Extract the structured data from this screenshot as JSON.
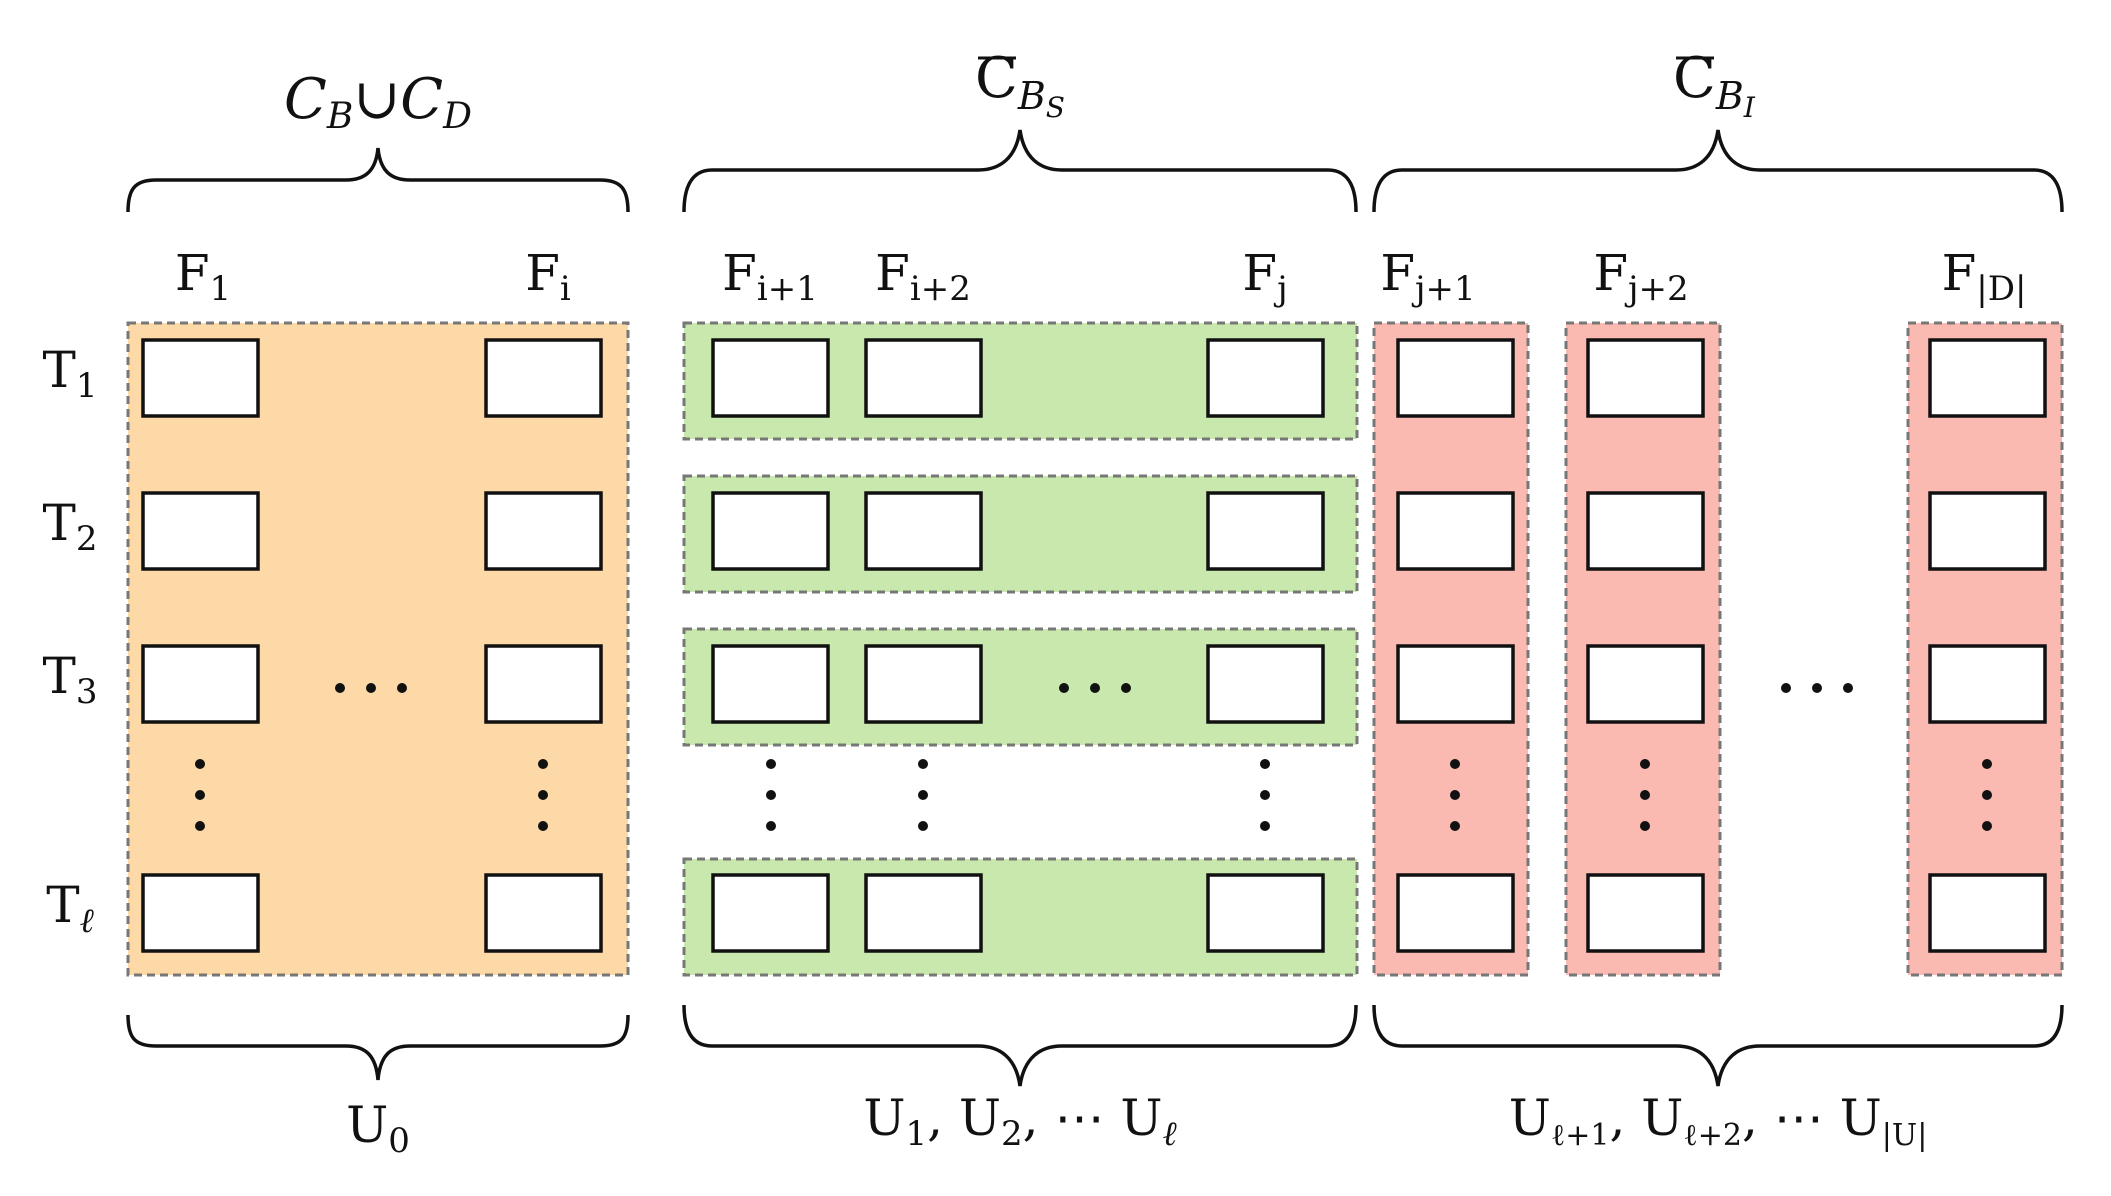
{
  "colors": {
    "group1_fill": "#fcd9a6",
    "group2_fill": "#c8e8ae",
    "group3_fill": "#fbbab1",
    "border_dashed": "#777777",
    "cell_fill": "#ffffff",
    "cell_stroke": "#111111"
  },
  "top_labels": {
    "group1": {
      "a": "C",
      "a_sub": "B",
      "op": "∪",
      "b": "C",
      "b_sub": "D"
    },
    "group2": {
      "main": "C",
      "sub": "B",
      "subsub": "S"
    },
    "group3": {
      "main": "C",
      "sub": "B",
      "subsub": "I"
    }
  },
  "columns": {
    "f1": {
      "main": "F",
      "sub": "1"
    },
    "fi": {
      "main": "F",
      "sub": "i"
    },
    "fi1": {
      "main": "F",
      "sub": "i+1"
    },
    "fi2": {
      "main": "F",
      "sub": "i+2"
    },
    "fj": {
      "main": "F",
      "sub": "j"
    },
    "fj1": {
      "main": "F",
      "sub": "j+1"
    },
    "fj2": {
      "main": "F",
      "sub": "j+2"
    },
    "fd": {
      "main": "F",
      "sub": "|D|"
    }
  },
  "rows": {
    "t1": {
      "main": "T",
      "sub": "1"
    },
    "t2": {
      "main": "T",
      "sub": "2"
    },
    "t3": {
      "main": "T",
      "sub": "3"
    },
    "tl": {
      "main": "T",
      "sub": "ℓ"
    }
  },
  "bottom_labels": {
    "u0": {
      "main": "U",
      "sub": "0"
    },
    "group2": {
      "u1": "U",
      "u1_sub": "1",
      "sep1": ", ",
      "u2": "U",
      "u2_sub": "2",
      "sep2": ", ⋯ ",
      "ul": "U",
      "ul_sub": "ℓ"
    },
    "group3": {
      "ua": "U",
      "ua_sub": "ℓ+1",
      "sep1": ", ",
      "ub": "U",
      "ub_sub": "ℓ+2",
      "sep2": ", ⋯ ",
      "uc": "U",
      "uc_sub": "|U|"
    }
  }
}
